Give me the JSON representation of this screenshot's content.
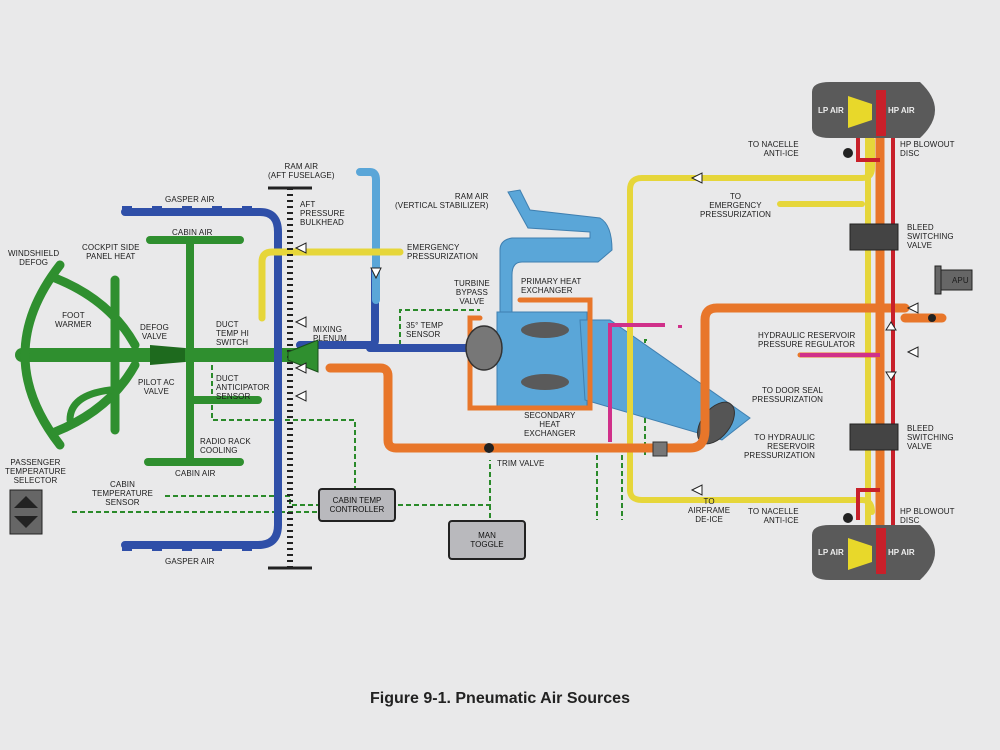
{
  "caption": "Figure 9-1.   Pneumatic Air Sources",
  "labels": {
    "windshield_defog": "WINDSHIELD\nDEFOG",
    "cockpit_side_panel_heat": "COCKPIT SIDE\nPANEL HEAT",
    "foot_warmer": "FOOT\nWARMER",
    "defog_valve": "DEFOG\nVALVE",
    "pilot_ac_valve": "PILOT AC\nVALVE",
    "gasper_air_top": "GASPER AIR",
    "cabin_air_top": "CABIN AIR",
    "duct_temp_hi_switch": "DUCT\nTEMP HI\nSWITCH",
    "duct_anticipator_sensor": "DUCT\nANTICIPATOR\nSENSOR",
    "radio_rack_cooling": "RADIO RACK\nCOOLING",
    "cabin_air_bottom": "CABIN AIR",
    "gasper_air_bottom": "GASPER AIR",
    "passenger_temperature_selector": "PASSENGER\nTEMPERATURE\nSELECTOR",
    "cabin_temperature_sensor": "CABIN\nTEMPERATURE\nSENSOR",
    "ram_air_aft": "RAM AIR\n(AFT FUSELAGE)",
    "aft_pressure_bulkhead": "AFT\nPRESSURE\nBULKHEAD",
    "emergency_pressurization_left": "EMERGENCY\nPRESSURIZATION",
    "mixing_plenum": "MIXING\nPLENUM",
    "temp_sensor_35": "35° TEMP\nSENSOR",
    "ram_air_vertical": "RAM AIR\n(VERTICAL STABILIZER)",
    "turbine_bypass_valve": "TURBINE\nBYPASS\nVALVE",
    "primary_heat_exchanger": "PRIMARY HEAT\nEXCHANGER",
    "secondary_heat_exchanger": "SECONDARY\nHEAT\nEXCHANGER",
    "trim_valve": "TRIM VALVE",
    "to_nacelle_anti_ice_top": "TO NACELLE\nANTI-ICE",
    "hp_blowout_disc_top": "HP BLOWOUT\nDISC",
    "to_emergency_pressurization": "TO\nEMERGENCY\nPRESSURIZATION",
    "bleed_switching_valve_top": "BLEED\nSWITCHING\nVALVE",
    "apu": "APU",
    "hydraulic_reservoir_pressure_regulator": "HYDRAULIC RESERVOIR\nPRESSURE REGULATOR",
    "to_door_seal_pressurization": "TO DOOR SEAL\nPRESSURIZATION",
    "to_hydraulic_reservoir_pressurization": "TO HYDRAULIC\nRESERVOIR\nPRESSURIZATION",
    "bleed_switching_valve_bottom": "BLEED\nSWITCHING\nVALVE",
    "to_airframe_de_ice": "TO\nAIRFRAME\nDE-ICE",
    "to_nacelle_anti_ice_bottom": "TO NACELLE\nANTI-ICE",
    "hp_blowout_disc_bottom": "HP BLOWOUT\nDISC",
    "lp_air_top": "LP AIR",
    "hp_air_top": "HP AIR",
    "lp_air_bottom": "LP AIR",
    "hp_air_bottom": "HP AIR",
    "cabin_temp_controller": "CABIN TEMP\nCONTROLLER",
    "man_toggle": "MAN\nTOGGLE"
  },
  "colors": {
    "green_line": "#2f8f2f",
    "blue_line": "#2f4fa8",
    "light_blue_line": "#5aa6d8",
    "orange_line": "#e8762a",
    "yellow_line": "#e6d63a",
    "red_line": "#c8202a",
    "magenta_line": "#d0308a",
    "signal_line": "#2a8a2a",
    "background": "#e9e9ea"
  }
}
